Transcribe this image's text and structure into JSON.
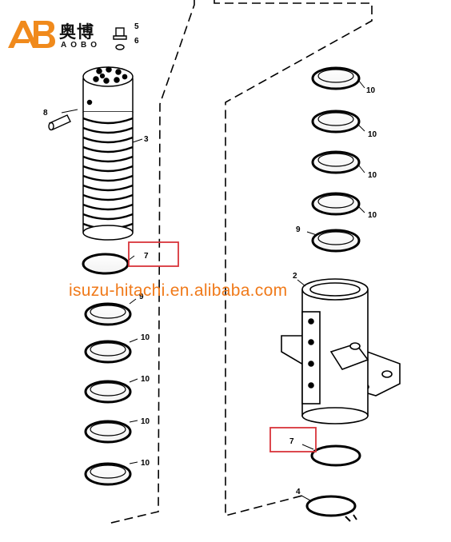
{
  "logo": {
    "chinese": "奥博",
    "english": "AOBO",
    "mark": "AB"
  },
  "watermark": "isuzu-hitachi.en.alibaba.com",
  "callouts": {
    "c5": "5",
    "c6": "6",
    "c8": "8",
    "c3": "3",
    "c7a": "7",
    "c9a": "9",
    "c10a": "10",
    "c10b": "10",
    "c10c": "10",
    "c10d": "10",
    "c10e": "10",
    "c10f": "10",
    "c10g": "10",
    "c10h": "10",
    "c9b": "9",
    "c2": "2",
    "c7b": "7",
    "c4": "4"
  },
  "colors": {
    "logo_orange": "#f08a1c",
    "highlight_box": "#d9343a",
    "watermark": "#f07a1a",
    "line": "#000000"
  }
}
